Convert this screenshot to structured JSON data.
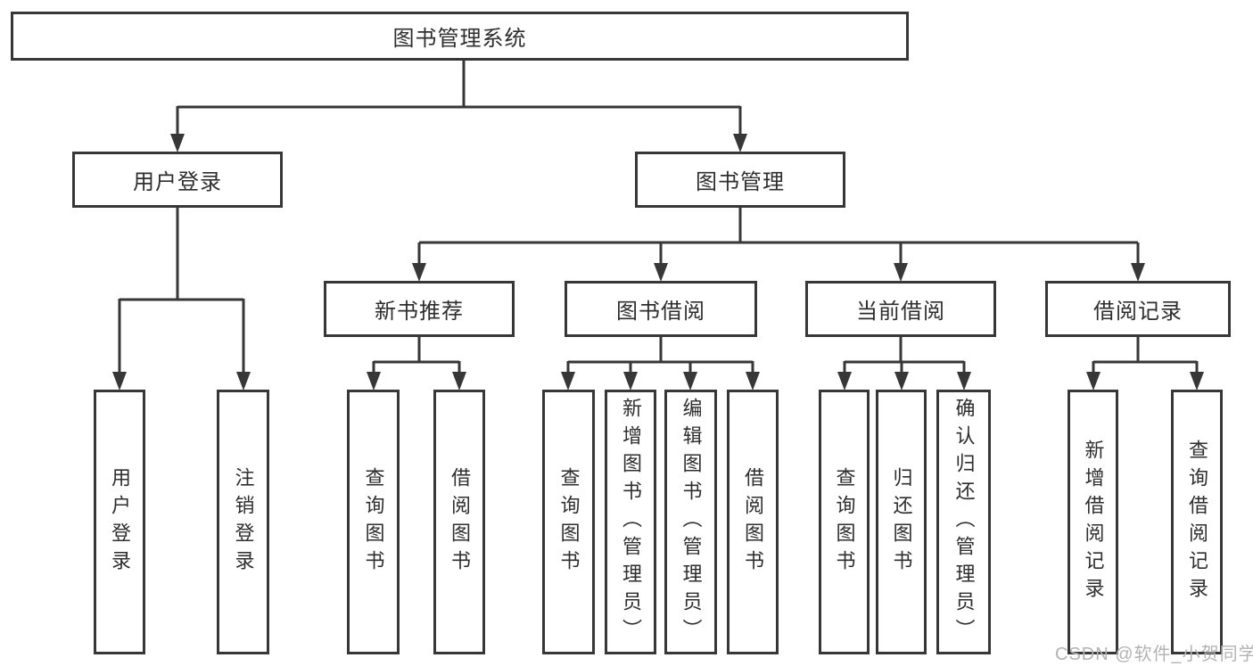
{
  "diagram": {
    "root": {
      "label": "图书管理系统"
    },
    "level2": [
      {
        "label": "用户登录",
        "children": [
          {
            "label": "用户登录"
          },
          {
            "label": "注销登录"
          }
        ]
      },
      {
        "label": "图书管理",
        "sections": [
          {
            "label": "新书推荐",
            "children": [
              {
                "label": "查询图书"
              },
              {
                "label": "借阅图书"
              }
            ]
          },
          {
            "label": "图书借阅",
            "children": [
              {
                "label": "查询图书"
              },
              {
                "label": "新增图书（管理员）"
              },
              {
                "label": "编辑图书（管理员）"
              },
              {
                "label": "借阅图书"
              }
            ]
          },
          {
            "label": "当前借阅",
            "children": [
              {
                "label": "查询图书"
              },
              {
                "label": "归还图书"
              },
              {
                "label": "确认归还（管理员）"
              }
            ]
          },
          {
            "label": "借阅记录",
            "children": [
              {
                "label": "新增借阅记录"
              },
              {
                "label": "查询借阅记录"
              }
            ]
          }
        ]
      }
    ]
  },
  "watermark": {
    "text": "CSDN @软件_小贺同学"
  },
  "colors": {
    "line": "#373737",
    "box_border": "#373737",
    "text": "#2e2e2e",
    "background": "#ffffff",
    "watermark": "#b3b3b3"
  }
}
